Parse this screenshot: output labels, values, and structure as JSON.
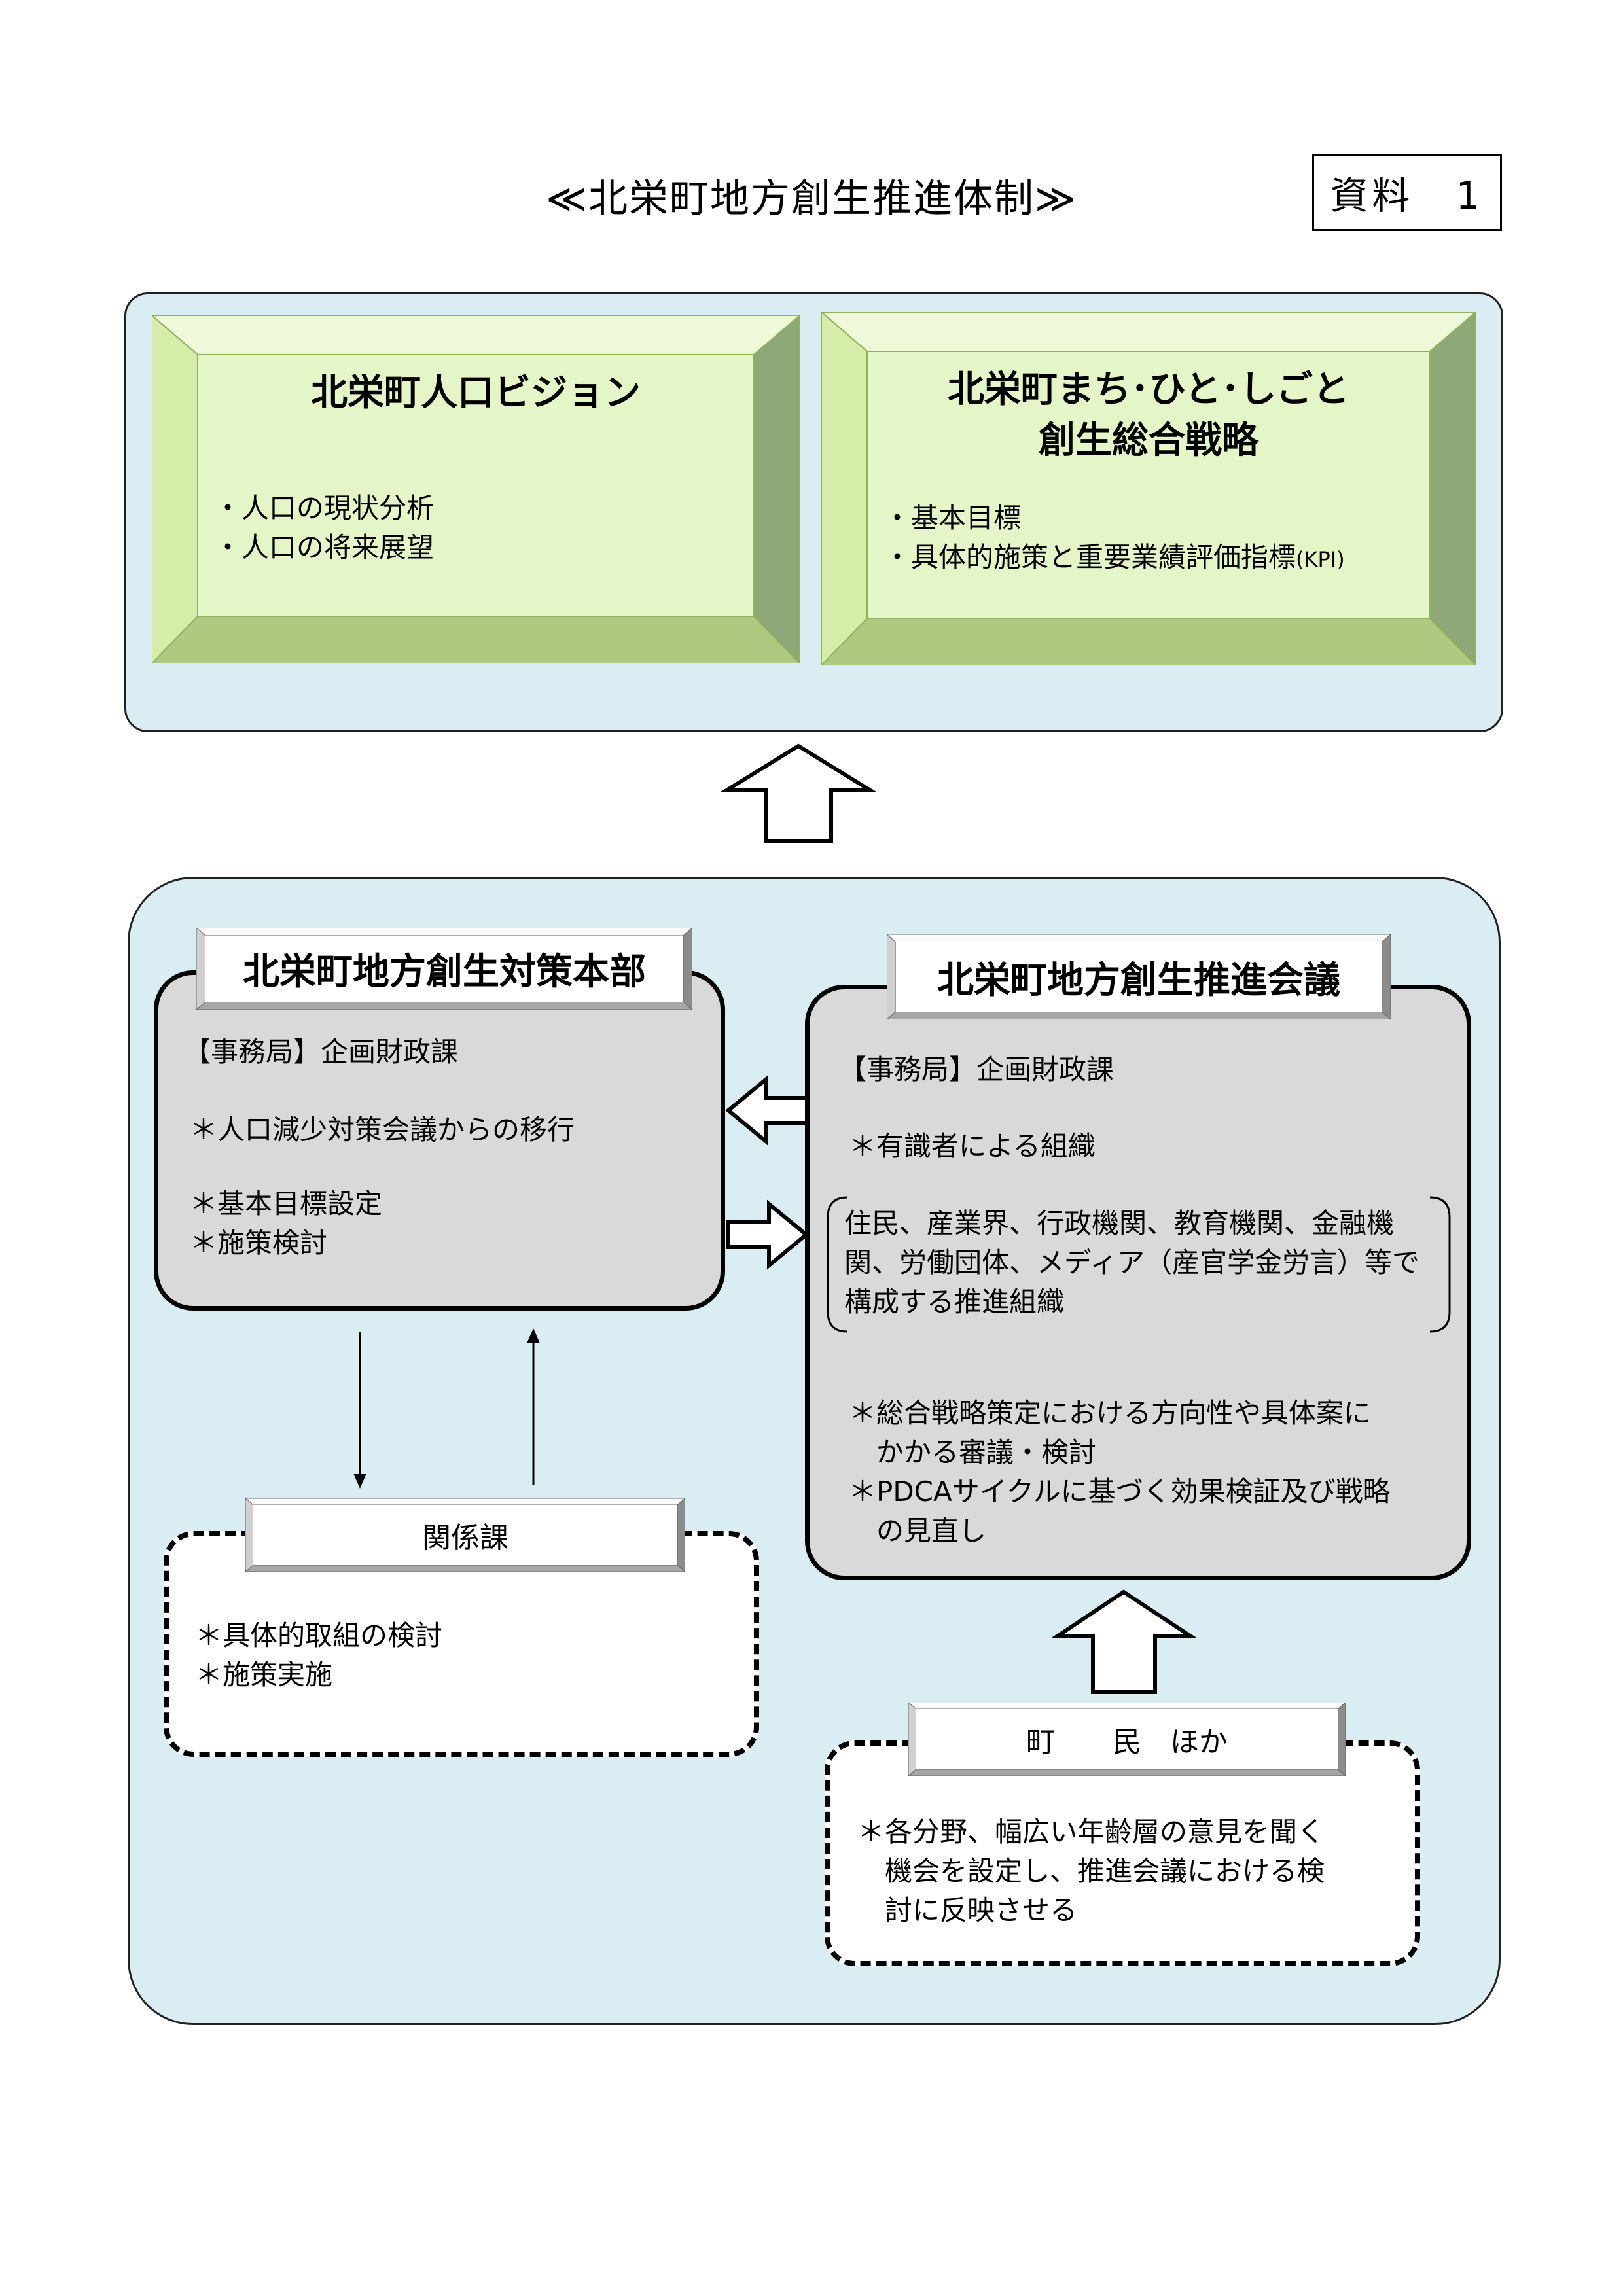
{
  "header": {
    "title": "≪北栄町地方創生推進体制≫",
    "doc_label": "資料　1"
  },
  "top_panel": {
    "vision": {
      "heading": "北栄町人口ビジョン",
      "items": [
        "・人口の現状分析",
        "・人口の将来展望"
      ]
    },
    "strategy": {
      "heading_line1": "北栄町まち･ひと･しごと",
      "heading_line2": "創生総合戦略",
      "items": [
        "・基本目標",
        "・具体的施策と重要業績評価指標"
      ],
      "kpi_suffix": "(KPI)"
    }
  },
  "headquarters": {
    "name": "北栄町地方創生対策本部",
    "secretariat": "【事務局】企画財政課",
    "items": [
      "＊人口減少対策会議からの移行",
      "＊基本目標設定",
      "＊施策検討"
    ]
  },
  "council": {
    "name": "北栄町地方創生推進会議",
    "secretariat": "【事務局】企画財政課",
    "organization": "＊有識者による組織",
    "members": [
      "住民、産業界、行政機関、教育機関、金融機",
      "関、労働団体、メディア（産官学金労言）等で",
      "構成する推進組織"
    ],
    "duties": [
      "＊総合戦略策定における方向性や具体案に",
      "　かかる審議・検討",
      "＊PDCAサイクルに基づく効果検証及び戦略",
      "　の見直し"
    ]
  },
  "departments": {
    "name": "関係課",
    "items": [
      "＊具体的取組の検討",
      "＊施策実施"
    ]
  },
  "residents": {
    "name": "町　　民　ほか",
    "items": [
      "＊各分野、幅広い年齢層の意見を聞く",
      "　機会を設定し、推進会議における検",
      "　討に反映させる"
    ]
  },
  "colors": {
    "panel_bg": "#daedf3",
    "bevel_face": "#e4f5c8",
    "box_gray": "#d9d9d9"
  }
}
